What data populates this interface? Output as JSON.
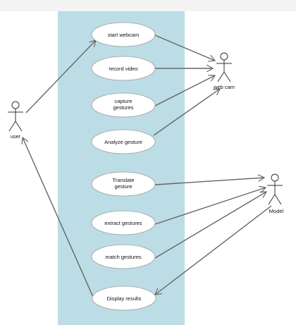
{
  "diagram": {
    "system_boundary_color": "#bcdde6",
    "actors": {
      "user": {
        "label": "user"
      },
      "webcam": {
        "label": "web cam"
      },
      "model": {
        "label": "Model"
      }
    },
    "use_cases": {
      "start_webcam": {
        "line1": "start webcam",
        "line2": ""
      },
      "record_video": {
        "line1": "record video",
        "line2": ""
      },
      "capture_gestures": {
        "line1": "capture",
        "line2": "gestures"
      },
      "analyze_gesture": {
        "line1": "Analyze gesture",
        "line2": ""
      },
      "translate_gesture": {
        "line1": "Translate",
        "line2": "gesture"
      },
      "extract_gestures": {
        "line1": "extract gestures",
        "line2": ""
      },
      "match_gestures": {
        "line1": "match gestures",
        "line2": ""
      },
      "display_results": {
        "line1": "Display results",
        "line2": ""
      }
    }
  }
}
